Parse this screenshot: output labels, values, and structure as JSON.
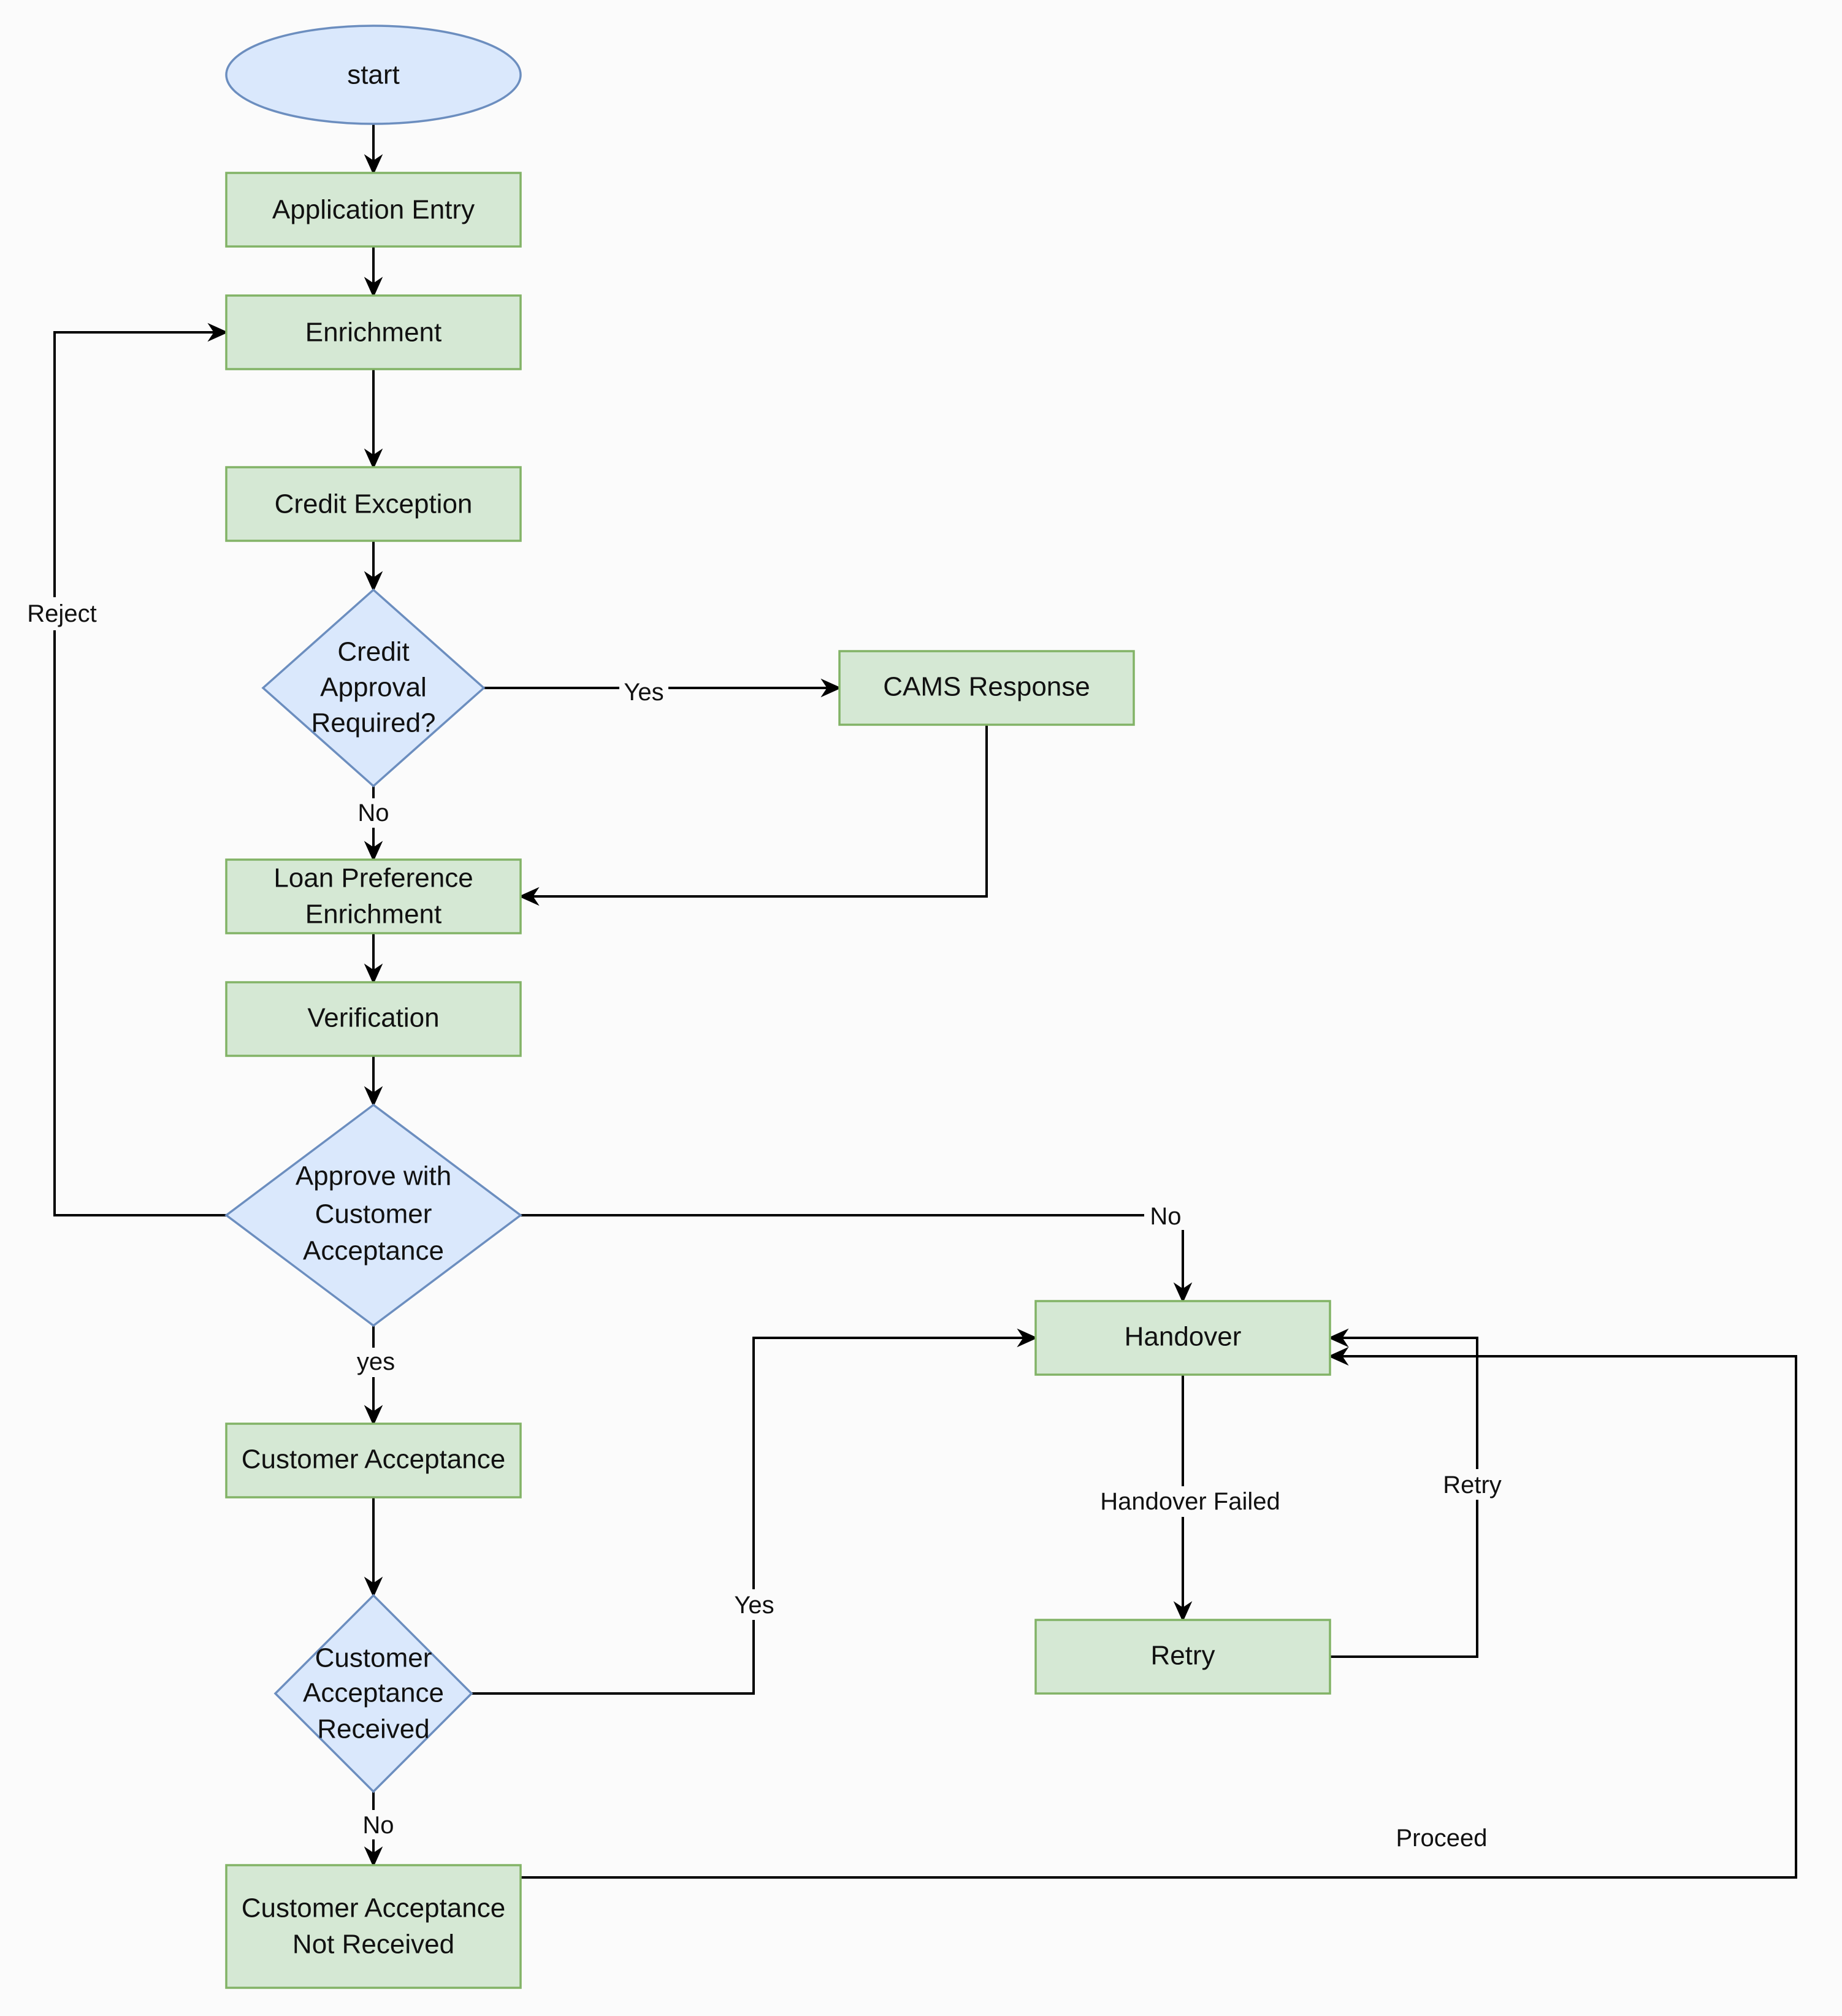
{
  "nodes": {
    "start": "start",
    "application_entry": "Application Entry",
    "enrichment": "Enrichment",
    "credit_exception": "Credit Exception",
    "credit_approval_required": [
      "Credit",
      "Approval",
      "Required?"
    ],
    "cams_response": "CAMS Response",
    "loan_preference_enrichment": [
      "Loan Preference",
      "Enrichment"
    ],
    "verification": "Verification",
    "approve_with_customer_acceptance": [
      "Approve with",
      "Customer",
      "Acceptance"
    ],
    "handover": "Handover",
    "customer_acceptance": "Customer Acceptance",
    "customer_acceptance_received": [
      "Customer",
      "Acceptance",
      "Received"
    ],
    "retry": "Retry",
    "customer_acceptance_not_received": [
      "Customer Acceptance",
      "Not Received"
    ]
  },
  "edges": {
    "reject": "Reject",
    "yes_cams": "Yes",
    "no_credit": "No",
    "no_handover": "No",
    "yes_acceptance": "yes",
    "handover_failed": "Handover Failed",
    "retry": "Retry",
    "yes_received": "Yes",
    "no_received": "No",
    "proceed": "Proceed"
  }
}
